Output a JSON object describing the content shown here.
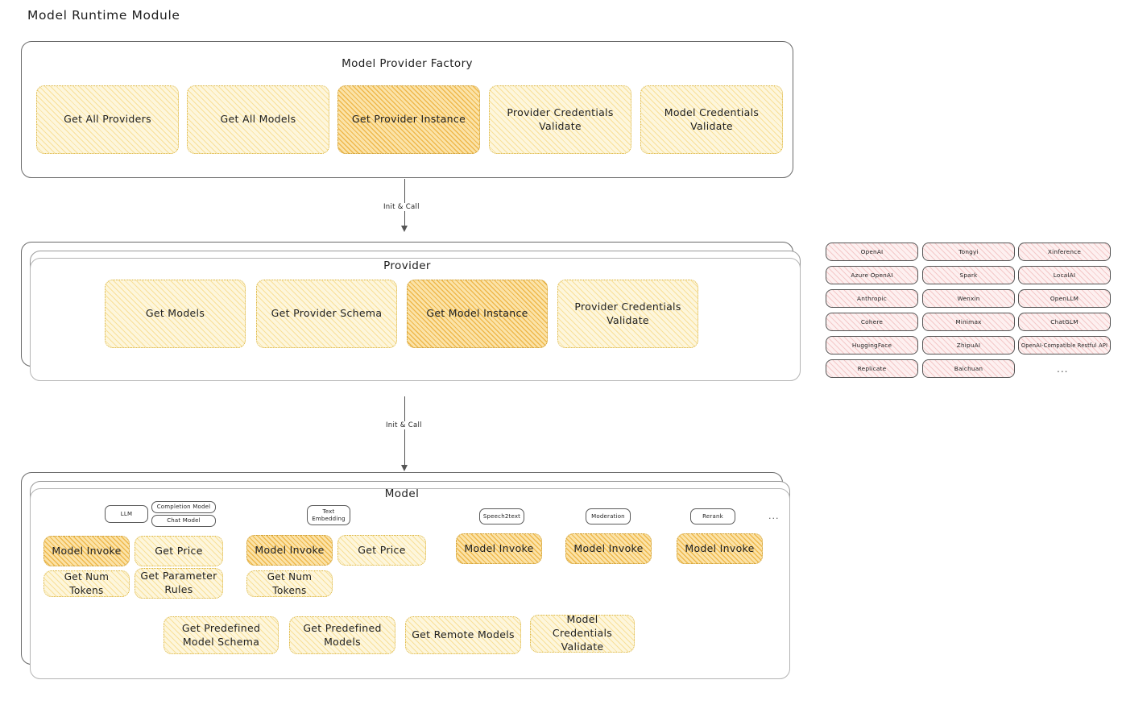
{
  "title": "Model Runtime Module",
  "factory": {
    "label": "Model Provider Factory",
    "cards": [
      {
        "text": "Get All Providers",
        "highlight": false
      },
      {
        "text": "Get All Models",
        "highlight": false
      },
      {
        "text": "Get Provider Instance",
        "highlight": true
      },
      {
        "text": "Provider Credentials Validate",
        "highlight": false
      },
      {
        "text": "Model Credentials Validate",
        "highlight": false
      }
    ]
  },
  "arrows": [
    {
      "label": "Init & Call"
    },
    {
      "label": "Init & Call"
    }
  ],
  "provider": {
    "label": "Provider",
    "cards": [
      {
        "text": "Get Models",
        "highlight": false
      },
      {
        "text": "Get Provider Schema",
        "highlight": false
      },
      {
        "text": "Get Model Instance",
        "highlight": true
      },
      {
        "text": "Provider Credentials Validate",
        "highlight": false
      }
    ]
  },
  "provider_list": {
    "columns": [
      [
        "OpenAI",
        "Azure OpenAI",
        "Anthropic",
        "Cohere",
        "HuggingFace",
        "Replicate"
      ],
      [
        "Tongyi",
        "Spark",
        "Wenxin",
        "Minimax",
        "ZhipuAI",
        "Baichuan"
      ],
      [
        "Xinference",
        "LocalAI",
        "OpenLLM",
        "ChatGLM",
        "OpenAI-Compatible Restful API"
      ]
    ],
    "more": "..."
  },
  "model": {
    "label": "Model",
    "more": "...",
    "types": [
      {
        "name": "LLM",
        "filled": true
      },
      {
        "name": "Completion Model",
        "filled": false
      },
      {
        "name": "Chat Model",
        "filled": false
      },
      {
        "name": "Text Embedding",
        "filled": true
      },
      {
        "name": "Speech2text",
        "filled": true
      },
      {
        "name": "Moderation",
        "filled": true
      },
      {
        "name": "Rerank",
        "filled": true
      }
    ],
    "llm_cards": [
      {
        "text": "Model Invoke",
        "highlight": true
      },
      {
        "text": "Get Price",
        "highlight": false
      },
      {
        "text": "Get Num Tokens",
        "highlight": false
      },
      {
        "text": "Get Parameter Rules",
        "highlight": false
      }
    ],
    "embedding_cards": [
      {
        "text": "Model Invoke",
        "highlight": true
      },
      {
        "text": "Get Price",
        "highlight": false
      },
      {
        "text": "Get Num Tokens",
        "highlight": false
      }
    ],
    "speech_cards": [
      {
        "text": "Model Invoke",
        "highlight": true
      }
    ],
    "moderation_cards": [
      {
        "text": "Model Invoke",
        "highlight": true
      }
    ],
    "rerank_cards": [
      {
        "text": "Model Invoke",
        "highlight": true
      }
    ],
    "common_cards": [
      {
        "text": "Get Predefined Model Schema",
        "highlight": false
      },
      {
        "text": "Get Predefined Models",
        "highlight": false
      },
      {
        "text": "Get Remote Models",
        "highlight": false
      },
      {
        "text": "Model Credentials Validate",
        "highlight": false
      }
    ]
  },
  "colors": {
    "card_light": "#fdf6dc",
    "card_strong": "#fbe3a8",
    "pill_pink": "#fdf0f0",
    "chip_blue": "#eaf4fb",
    "stroke": "#555555"
  }
}
